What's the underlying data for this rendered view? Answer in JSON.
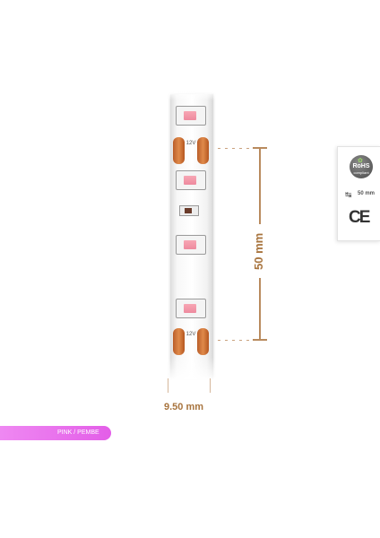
{
  "dimensions": {
    "length_label": "50 mm",
    "width_label": "9.50 mm"
  },
  "strip": {
    "cut_mark_text": "12V"
  },
  "certification": {
    "rohs_title": "RoHS",
    "rohs_subtitle": "compliant",
    "pitch_label": "50 mm",
    "ce_label": "CE"
  },
  "color_badge": {
    "label": "PINK / PEMBE"
  },
  "colors": {
    "led_pink": "#ee8a9e",
    "pad_copper": "#d07a3c",
    "dimension_brown": "#a8743e",
    "badge_pink": "#e35ee8"
  }
}
